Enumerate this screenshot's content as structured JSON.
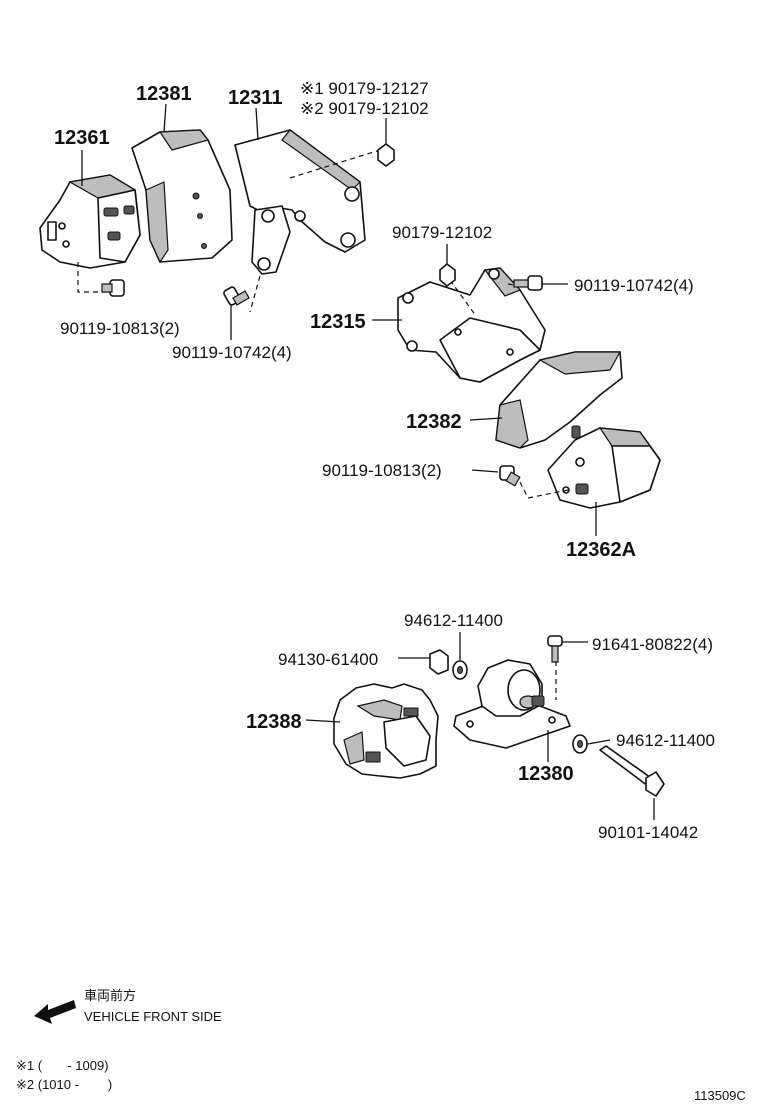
{
  "labels": {
    "p12361": "12361",
    "p12381": "12381",
    "p12311": "12311",
    "p90179_12127": "※1 90179-12127",
    "p90179_12102_top": "※2 90179-12102",
    "p90179_12102": "90179-12102",
    "p90119_10742_right": "90119-10742(4)",
    "p90119_10813_left": "90119-10813(2)",
    "p90119_10742_left": "90119-10742(4)",
    "p12315": "12315",
    "p12382": "12382",
    "p90119_10813_right": "90119-10813(2)",
    "p12362A": "12362A",
    "p94612_11400_top": "94612-11400",
    "p91641_80822": "91641-80822(4)",
    "p94130_61400": "94130-61400",
    "p12388": "12388",
    "p94612_11400_right": "94612-11400",
    "p12380": "12380",
    "p90101_14042": "90101-14042"
  },
  "direction": {
    "japanese": "車両前方",
    "english": "VEHICLE FRONT SIDE"
  },
  "notes": {
    "note1": "※1 (       - 1009)",
    "note2": "※2 (1010 -        )"
  },
  "figure_id": "113509C"
}
